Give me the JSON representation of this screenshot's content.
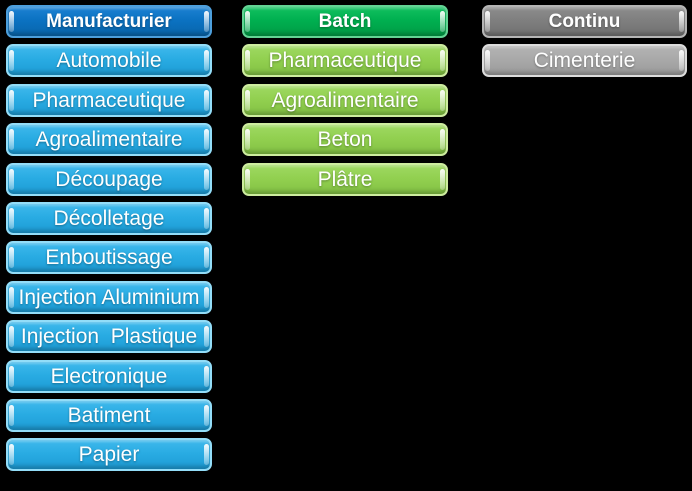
{
  "colors": {
    "background": "#000000",
    "text": "#FFFFFF",
    "blue_header": "#0B72C2",
    "blue_header_border": "#4D9FDC",
    "blue_item": "#29ACE3",
    "blue_item_border": "#93DDF8",
    "green_header": "#00B050",
    "green_header_border": "#63D494",
    "green_item": "#92D050",
    "green_item_border": "#CDEC9F",
    "gray_header": "#7F7F7F",
    "gray_header_border": "#B5B5B5",
    "gray_item": "#A9A9A9",
    "gray_item_border": "#DCDCDC"
  },
  "columns": [
    {
      "id": "manufacturier",
      "header": "Manufacturier",
      "items": [
        "Automobile",
        "Pharmaceutique",
        "Agroalimentaire",
        "Découpage",
        "Décolletage",
        "Enboutissage",
        "Injection Aluminium",
        "Injection  Plastique",
        "Electronique",
        "Batiment",
        "Papier"
      ]
    },
    {
      "id": "batch",
      "header": "Batch",
      "items": [
        "Pharmaceutique",
        "Agroalimentaire",
        "Beton",
        "Plâtre"
      ]
    },
    {
      "id": "continu",
      "header": "Continu",
      "items": [
        "Cimenterie"
      ]
    }
  ]
}
